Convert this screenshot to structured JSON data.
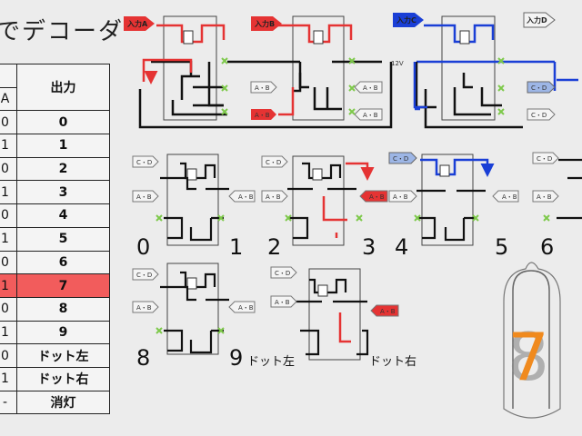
{
  "title": "でデコーダ",
  "table": {
    "header_output": "出力",
    "header_input": "A",
    "rows": [
      {
        "a": "0",
        "out": "0"
      },
      {
        "a": "1",
        "out": "1"
      },
      {
        "a": "0",
        "out": "2"
      },
      {
        "a": "1",
        "out": "3"
      },
      {
        "a": "0",
        "out": "4"
      },
      {
        "a": "1",
        "out": "5"
      },
      {
        "a": "0",
        "out": "6"
      },
      {
        "a": "1",
        "out": "7"
      },
      {
        "a": "0",
        "out": "8"
      },
      {
        "a": "1",
        "out": "9"
      },
      {
        "a": "0",
        "out": "ドット左"
      },
      {
        "a": "1",
        "out": "ドット右"
      },
      {
        "a": "-",
        "out": "消灯"
      }
    ],
    "highlight_color": "#f25c5c"
  },
  "inputs": {
    "a": "入力A",
    "b": "入力B",
    "c": "入力C",
    "d": "入力D",
    "voltage": "12V"
  },
  "signals": {
    "a_b_bar": "A・B",
    "a_b": "A・B",
    "a_bar_b_bar": "A・B",
    "a_bar_b": "A・B",
    "c_d": "C・D",
    "c_d_bar": "C・D",
    "c_bar_d": "C・D",
    "c_bar_d_bar": "C・D"
  },
  "outputs": {
    "n0": "0",
    "n1": "1",
    "n2": "2",
    "n3": "3",
    "n4": "4",
    "n5": "5",
    "n6": "6",
    "n8": "8",
    "n9": "9",
    "dot_left": "ドット左",
    "dot_right": "ドット右"
  },
  "tube": {
    "digit": "7",
    "ghost": "8"
  },
  "colors": {
    "red": "#e53333",
    "blue": "#1a3fd6",
    "orange": "#f08a1e",
    "green": "#7dc94a",
    "tag_blue": "#9db6e6"
  }
}
